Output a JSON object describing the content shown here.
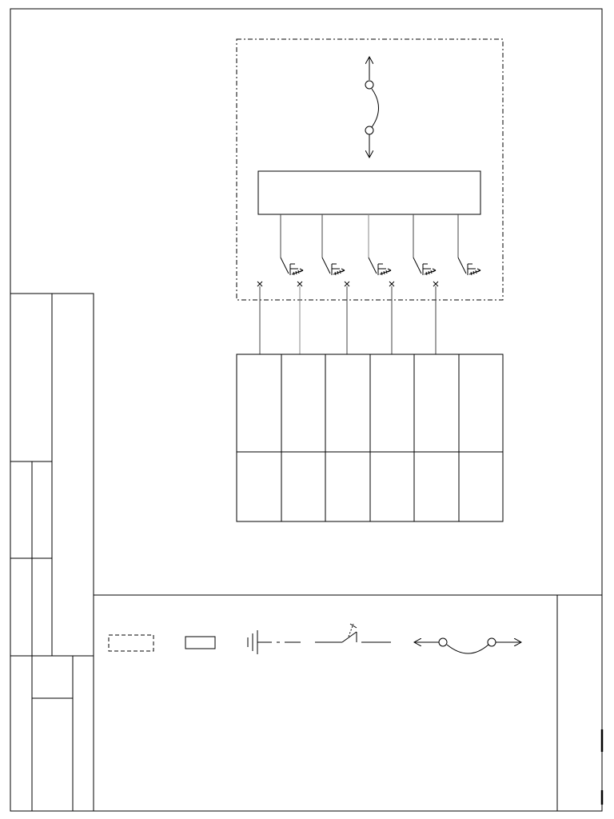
{
  "title_block": {
    "rows": [],
    "revision_columns": []
  },
  "diagram": {
    "panel_label": "",
    "controller_label": "",
    "channels": [
      {
        "id": "ch1",
        "wire_color": "#444444",
        "connected": true
      },
      {
        "id": "ch2",
        "wire_color": "#888888",
        "connected": true
      },
      {
        "id": "ch3",
        "wire_color": "#444444",
        "connected": true
      },
      {
        "id": "ch4",
        "wire_color": "#444444",
        "connected": true
      },
      {
        "id": "ch5",
        "wire_color": "#444444",
        "connected": true
      }
    ],
    "terminal_columns": 6,
    "terminal_rows": 2
  },
  "legend": {
    "items": [
      {
        "icon": "dashed-box-icon"
      },
      {
        "icon": "solid-box-icon"
      },
      {
        "icon": "ground-symbol-icon"
      },
      {
        "icon": "switch-symbol-icon"
      },
      {
        "icon": "link-symbol-icon"
      }
    ]
  },
  "colors": {
    "line": "#000000",
    "grey_wire": "#888888",
    "background": "#ffffff"
  }
}
